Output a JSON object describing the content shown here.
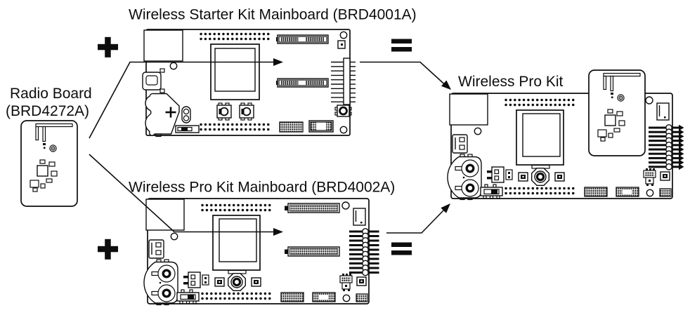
{
  "diagram": {
    "background_color": "#ffffff",
    "ink_color": "#0d0d0d",
    "labels": {
      "radio_board_line1": "Radio Board",
      "radio_board_line2": "(BRD4272A)",
      "starter_kit_mainboard": "Wireless Starter Kit Mainboard (BRD4001A)",
      "pro_kit_mainboard": "Wireless Pro Kit Mainboard (BRD4002A)",
      "pro_kit": "Wireless Pro Kit"
    },
    "operators": {
      "plus": "+",
      "equals": "="
    },
    "relations": [
      {
        "lhs": "Radio Board (BRD4272A)",
        "op": "plus",
        "rhs": "Wireless Starter Kit Mainboard (BRD4001A)",
        "equals": "Wireless Pro Kit"
      },
      {
        "lhs": "Radio Board (BRD4272A)",
        "op": "plus",
        "rhs": "Wireless Pro Kit Mainboard (BRD4002A)",
        "equals": "Wireless Pro Kit"
      }
    ]
  }
}
